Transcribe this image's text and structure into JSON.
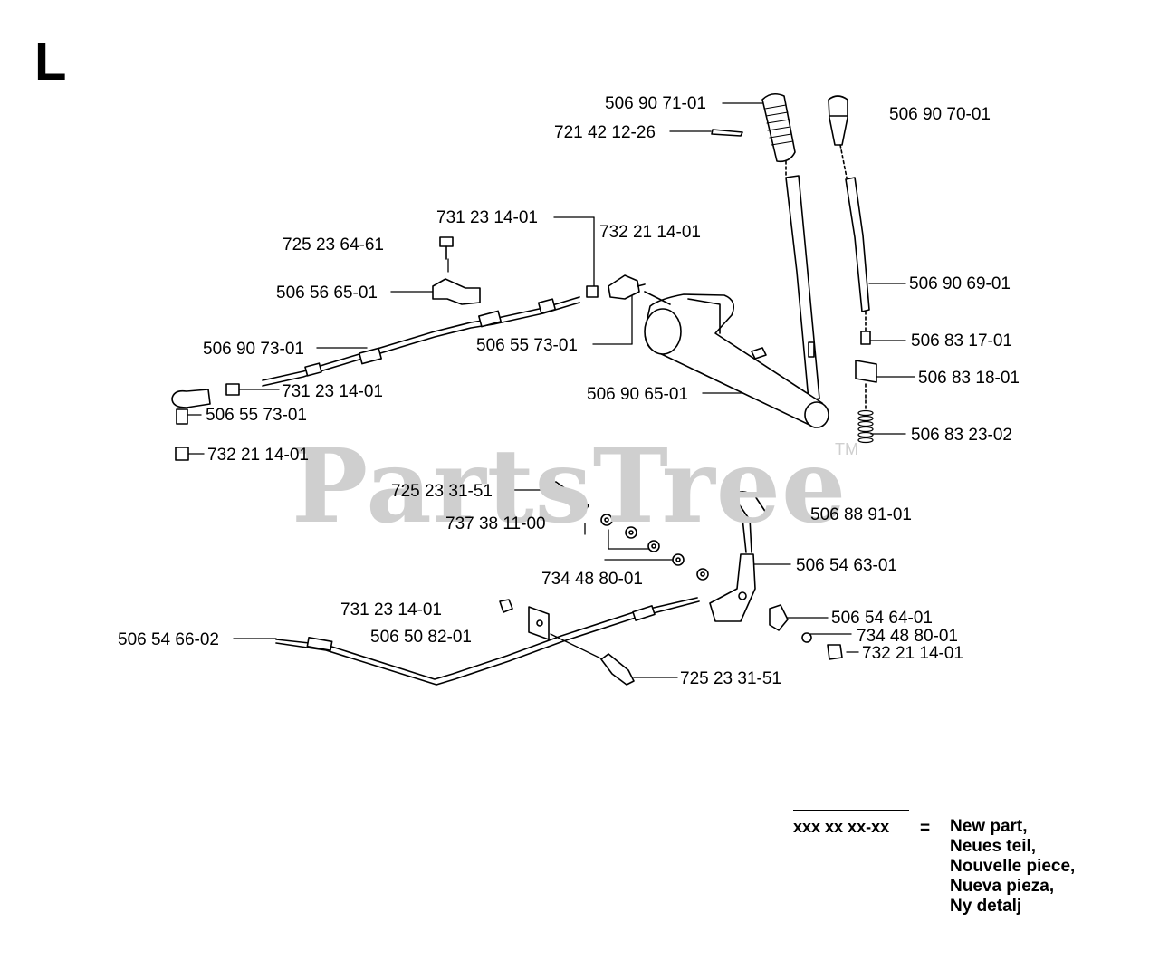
{
  "section_letter": "L",
  "watermark": "PartsTree",
  "trademark": "TM",
  "parts": {
    "p_506907101": "506 90 71-01",
    "p_721421226": "721 42 12-26",
    "p_506907001": "506 90 70-01",
    "p_731231401_top": "731 23 14-01",
    "p_732211401_top": "732 21 14-01",
    "p_725236461": "725 23 64-61",
    "p_506566501": "506 56 65-01",
    "p_506906901": "506 90 69-01",
    "p_506907301": "506 90 73-01",
    "p_506557301_mid": "506 55 73-01",
    "p_506831701": "506 83 17-01",
    "p_506831801": "506 83 18-01",
    "p_731231401_mid": "731 23 14-01",
    "p_506906501": "506 90 65-01",
    "p_506557301_left": "506 55 73-01",
    "p_506832302": "506 83 23-02",
    "p_732211401_left": "732 21 14-01",
    "p_725233151_top": "725 23 31-51",
    "p_506889101": "506 88 91-01",
    "p_737381100": "737 38 11-00",
    "p_506546301": "506 54 63-01",
    "p_734488001_mid": "734 48 80-01",
    "p_731231401_low": "731 23 14-01",
    "p_506546401": "506 54 64-01",
    "p_734488001_right": "734 48 80-01",
    "p_506546602": "506 54 66-02",
    "p_506508201": "506 50 82-01",
    "p_732211401_right": "732 21 14-01",
    "p_725233151_low": "725 23 31-51"
  },
  "legend": {
    "code": "xxx xx xx-xx",
    "equals": "=",
    "lines": [
      "New part,",
      "Neues teil,",
      "Nouvelle piece,",
      "Nueva pieza,",
      "Ny detalj"
    ]
  }
}
